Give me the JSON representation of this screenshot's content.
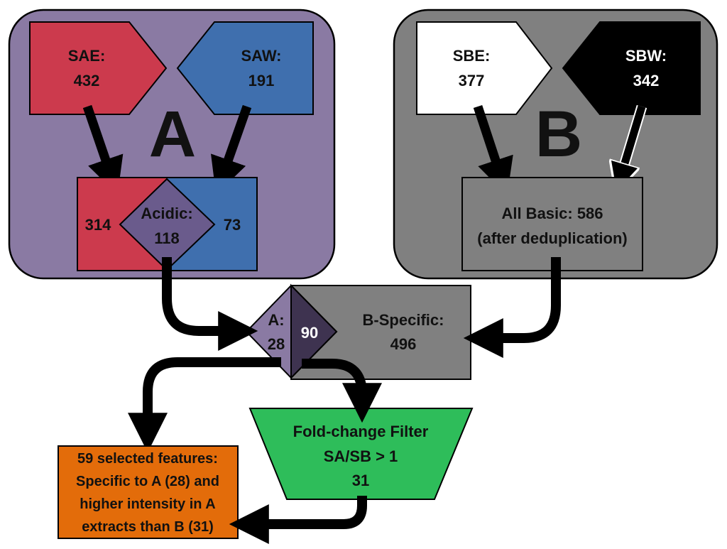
{
  "groupA": {
    "letter": "A",
    "sae": {
      "name": "SAE:",
      "count": "432"
    },
    "saw": {
      "name": "SAW:",
      "count": "191"
    },
    "onlySAE": "314",
    "acidic": {
      "name": "Acidic:",
      "count": "118"
    },
    "onlySAW": "73"
  },
  "groupB": {
    "letter": "B",
    "sbe": {
      "name": "SBE:",
      "count": "377"
    },
    "sbw": {
      "name": "SBW:",
      "count": "342"
    },
    "allBasic": {
      "line1": "All Basic: 586",
      "line2": "(after deduplication)"
    }
  },
  "comparison": {
    "aSpecific": {
      "name": "A:",
      "count": "28"
    },
    "shared": "90",
    "bSpecific": {
      "name": "B-Specific:",
      "count": "496"
    }
  },
  "filter": {
    "line1": "Fold-change Filter",
    "line2": "SA/SB > 1",
    "line3": "31"
  },
  "result": {
    "line1": "59 selected features:",
    "line2": "Specific to A (28) and",
    "line3": "higher intensity in A",
    "line4": "extracts than B (31)"
  },
  "colors": {
    "groupA_bg": "#8a7aa3",
    "groupB_bg": "#808080",
    "sae_red": "#cc3a4d",
    "saw_blue": "#3f6fae",
    "acidic_purple": "#6a5b8c",
    "shared_dark": "#3e3350",
    "filter_green": "#2ebd5a",
    "result_orange": "#e36c0a"
  }
}
